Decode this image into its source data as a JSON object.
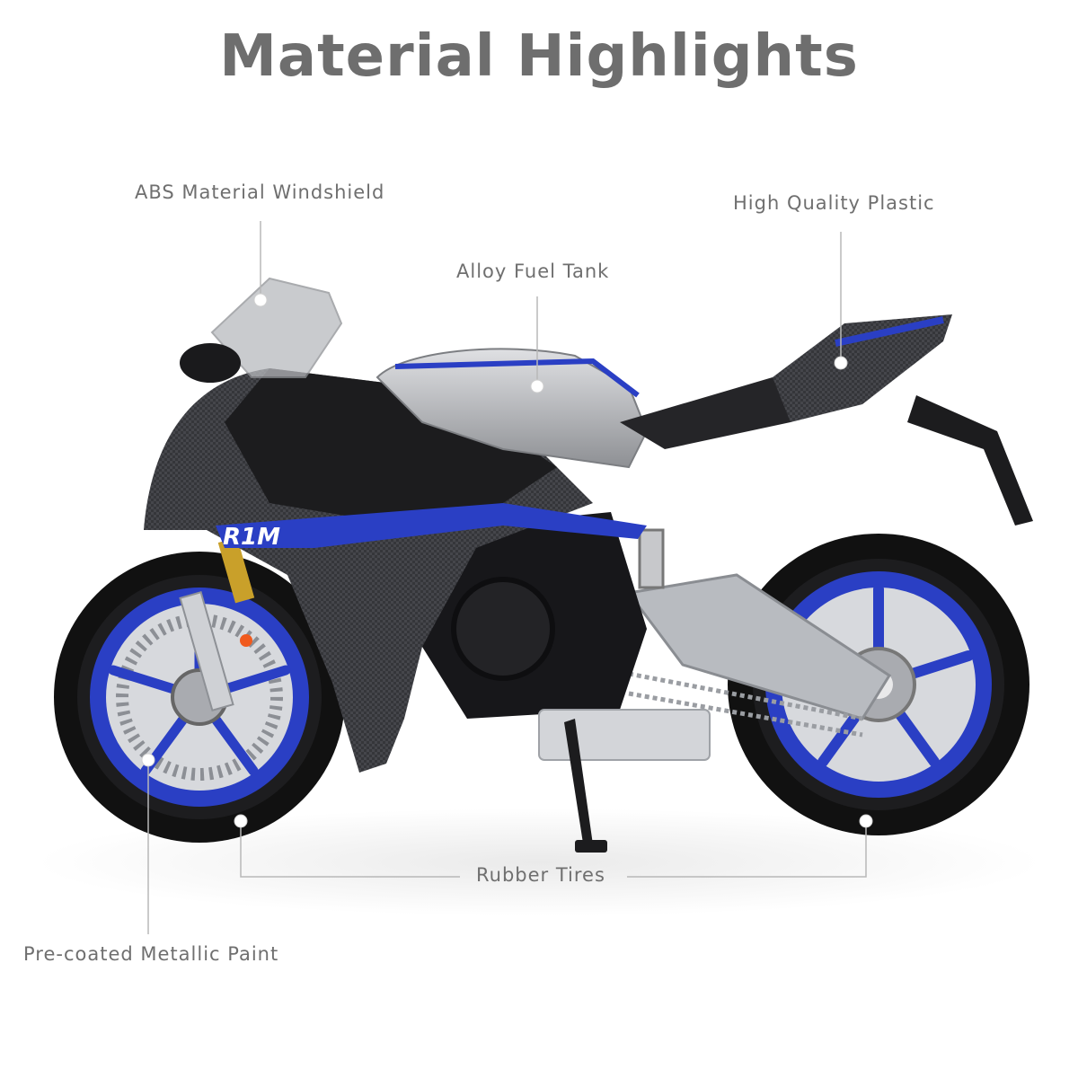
{
  "title": "Material Highlights",
  "labels": {
    "windshield": "ABS Material Windshield",
    "plastic": "High Quality Plastic",
    "tank": "Alloy Fuel Tank",
    "tires": "Rubber Tires",
    "paint": "Pre-coated Metallic Paint"
  },
  "colors": {
    "title": "#6e6e6e",
    "label": "#6f6f6f",
    "body_black": "#1c1c1e",
    "carbon": "#3a3b3f",
    "accent_blue": "#2a3fc4",
    "silver": "#c4c6ca",
    "gold": "#c9a02a"
  }
}
